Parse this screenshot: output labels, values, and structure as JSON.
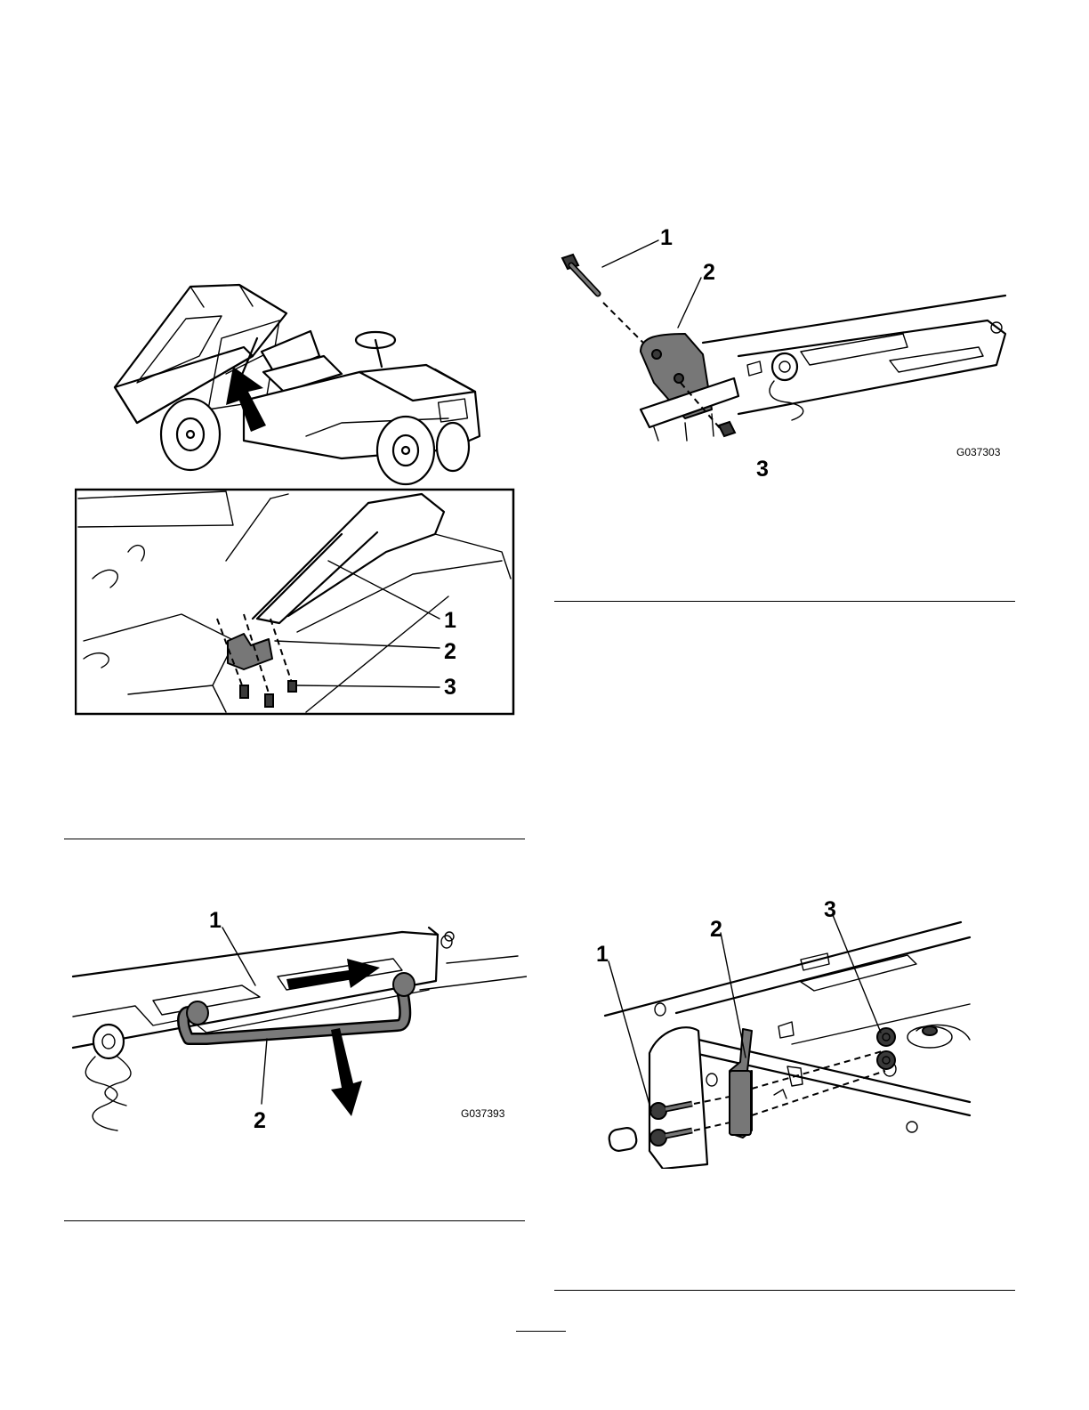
{
  "figures": {
    "vehicle_bed": {
      "callouts": [
        "1",
        "2",
        "3"
      ]
    },
    "bed_support": {
      "callouts": [
        "1",
        "2"
      ],
      "code": "G037393"
    },
    "hinge_bolt": {
      "callouts": [
        "1",
        "2",
        "3"
      ],
      "code": "G037303"
    },
    "bracket": {
      "callouts": [
        "1",
        "2",
        "3"
      ]
    }
  }
}
